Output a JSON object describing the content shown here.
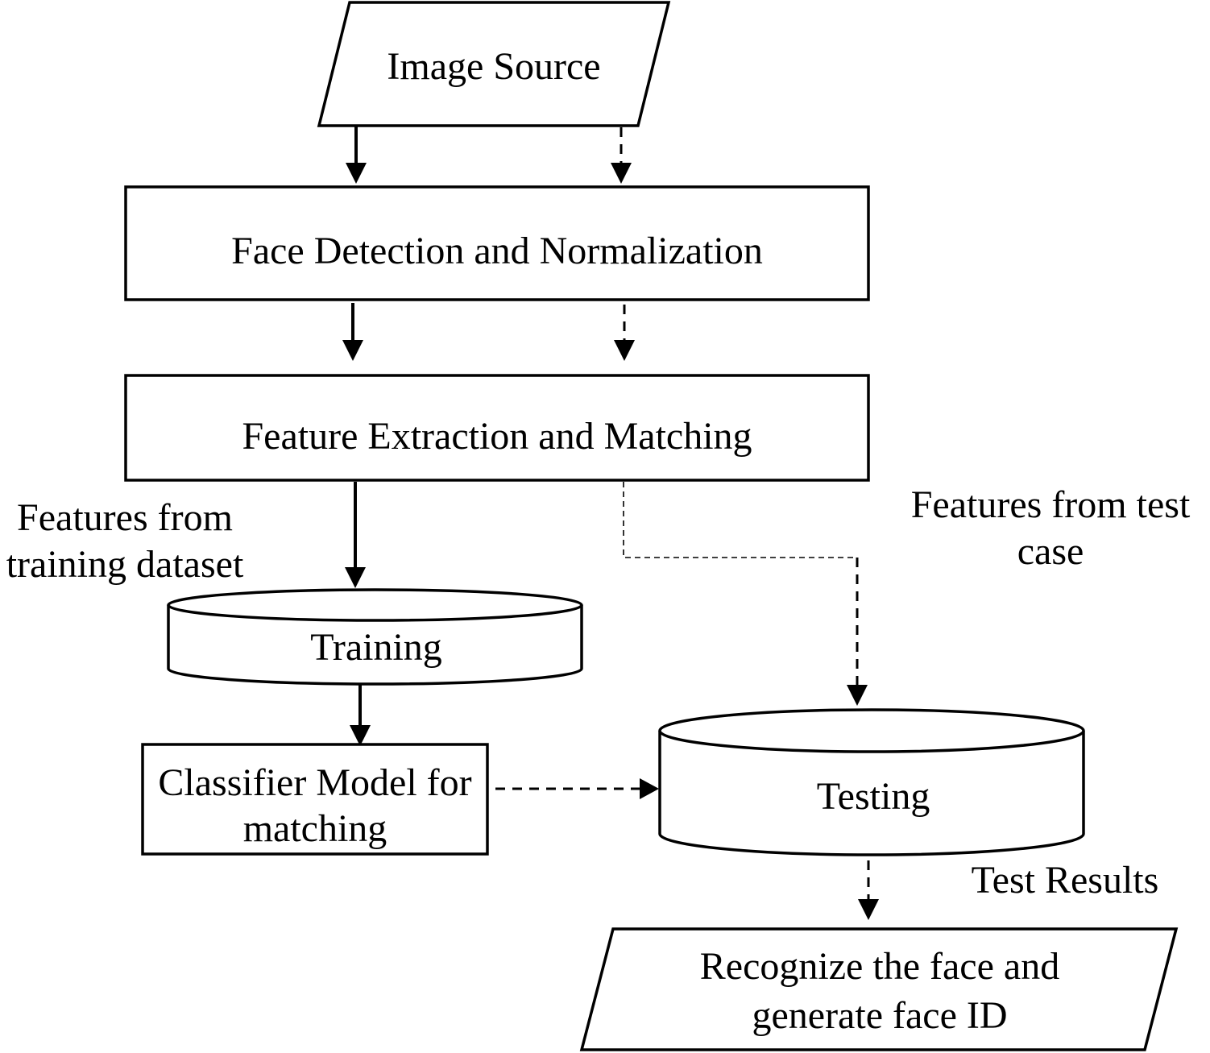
{
  "nodes": {
    "image_source": "Image Source",
    "face_detection": "Face Detection and Normalization",
    "feature_extraction": "Feature Extraction and Matching",
    "training": "Training",
    "classifier_line1": "Classifier Model for",
    "classifier_line2": "matching",
    "testing": "Testing",
    "recognize_line1": "Recognize the face and",
    "recognize_line2": "generate face ID"
  },
  "labels": {
    "features_training_line1": "Features from",
    "features_training_line2": "training dataset",
    "features_test_line1": "Features from test",
    "features_test_line2": "case",
    "test_results": "Test Results"
  }
}
